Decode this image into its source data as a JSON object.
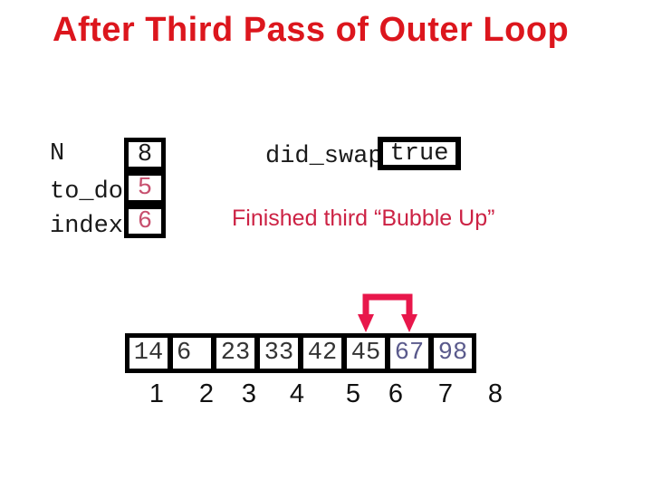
{
  "title": "After Third Pass of Outer Loop",
  "variables": {
    "n": {
      "label": "N",
      "value": "8"
    },
    "to_do": {
      "label": "to_do",
      "value": "5"
    },
    "index": {
      "label": "index",
      "value": "6"
    }
  },
  "did_swap": {
    "label": "did_swap",
    "value": "true"
  },
  "status": {
    "text": "Finished third “Bubble Up”"
  },
  "array": {
    "values": [
      "14",
      "6",
      "23",
      "33",
      "42",
      "45",
      "67",
      "98"
    ],
    "indices": [
      "1",
      "2",
      "3",
      "4",
      "5",
      "6",
      "7",
      "8"
    ],
    "swap_arrow_targets": "cells 6 and 7"
  },
  "icons": {
    "swap_arrow": "bracket-with-two-down-arrows"
  },
  "colors": {
    "title_red": "#dc161d",
    "status_crimson": "#cc2244",
    "changed_value_pink": "#c74f6e",
    "sorted_value_blue": "#5a5a8c",
    "arrow_red": "#e8174b",
    "box_border": "#000000"
  }
}
